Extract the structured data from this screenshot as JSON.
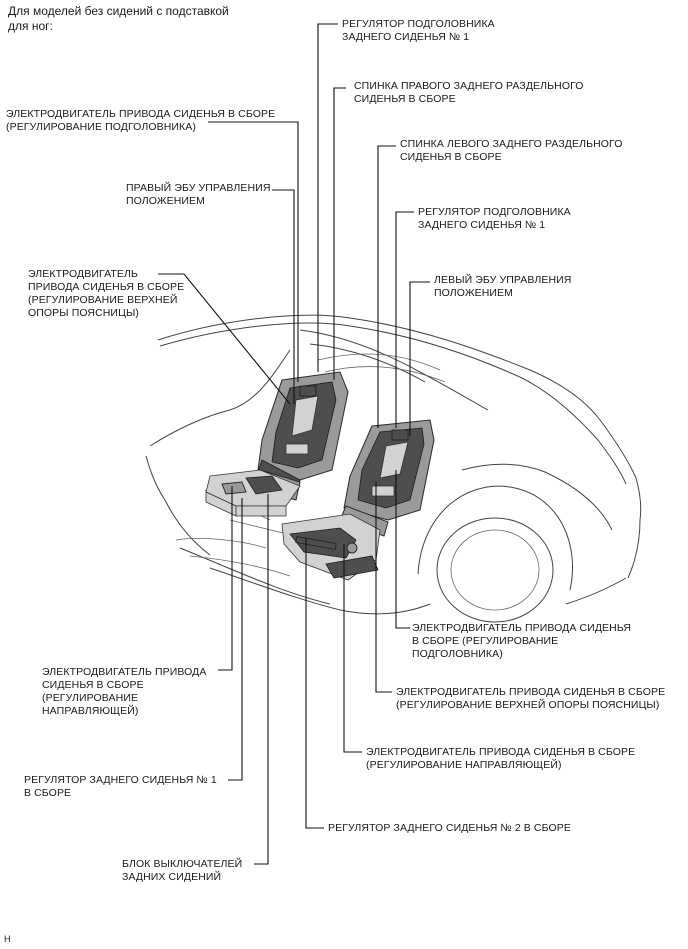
{
  "header": {
    "line1": "Для моделей без сидений с подставкой",
    "line2": "для ног:"
  },
  "labels": {
    "headrest_adjuster_top": {
      "line1": "РЕГУЛЯТОР ПОДГОЛОВНИКА",
      "line2": "ЗАДНЕГО СИДЕНЬЯ № 1"
    },
    "right_seatback": {
      "line1": "СПИНКА ПРАВОГО ЗАДНЕГО РАЗДЕЛЬНОГО",
      "line2": "СИДЕНЬЯ В СБОРЕ"
    },
    "motor_headrest_left": {
      "line1": "ЭЛЕКТРОДВИГАТЕЛЬ ПРИВОДА СИДЕНЬЯ В СБОРЕ",
      "line2": "(РЕГУЛИРОВАНИЕ ПОДГОЛОВНИКА)"
    },
    "left_seatback": {
      "line1": "СПИНКА ЛЕВОГО ЗАДНЕГО РАЗДЕЛЬНОГО",
      "line2": "СИДЕНЬЯ В СБОРЕ"
    },
    "right_ecu": {
      "line1": "ПРАВЫЙ ЭБУ УПРАВЛЕНИЯ",
      "line2": "ПОЛОЖЕНИЕМ"
    },
    "headrest_adjuster_mid": {
      "line1": "РЕГУЛЯТОР ПОДГОЛОВНИКА",
      "line2": "ЗАДНЕГО СИДЕНЬЯ № 1"
    },
    "motor_lumbar_left": {
      "line1": "ЭЛЕКТРОДВИГАТЕЛЬ",
      "line2": "ПРИВОДА СИДЕНЬЯ В СБОРЕ",
      "line3": "(РЕГУЛИРОВАНИЕ ВЕРХНЕЙ",
      "line4": "ОПОРЫ ПОЯСНИЦЫ)"
    },
    "left_ecu": {
      "line1": "ЛЕВЫЙ ЭБУ УПРАВЛЕНИЯ",
      "line2": "ПОЛОЖЕНИЕМ"
    },
    "motor_headrest_right": {
      "line1": "ЭЛЕКТРОДВИГАТЕЛЬ ПРИВОДА СИДЕНЬЯ",
      "line2": "В СБОРЕ (РЕГУЛИРОВАНИЕ",
      "line3": "ПОДГОЛОВНИКА)"
    },
    "motor_slide_left": {
      "line1": "ЭЛЕКТРОДВИГАТЕЛЬ ПРИВОДА",
      "line2": "СИДЕНЬЯ В СБОРЕ",
      "line3": "(РЕГУЛИРОВАНИЕ",
      "line4": "НАПРАВЛЯЮЩЕЙ)"
    },
    "motor_lumbar_right": {
      "line1": "ЭЛЕКТРОДВИГАТЕЛЬ ПРИВОДА СИДЕНЬЯ В СБОРЕ",
      "line2": "(РЕГУЛИРОВАНИЕ ВЕРХНЕЙ ОПОРЫ ПОЯСНИЦЫ)"
    },
    "motor_slide_right": {
      "line1": "ЭЛЕКТРОДВИГАТЕЛЬ ПРИВОДА СИДЕНЬЯ В СБОРЕ",
      "line2": "(РЕГУЛИРОВАНИЕ НАПРАВЛЯЮЩЕЙ)"
    },
    "rear_seat_adjuster_1": {
      "line1": "РЕГУЛЯТОР ЗАДНЕГО СИДЕНЬЯ № 1",
      "line2": "В СБОРЕ"
    },
    "rear_seat_adjuster_2": {
      "line1": "РЕГУЛЯТОР ЗАДНЕГО СИДЕНЬЯ № 2 В СБОРЕ"
    },
    "switch_block": {
      "line1": "БЛОК ВЫКЛЮЧАТЕЛЕЙ",
      "line2": "ЗАДНИХ СИДЕНИЙ"
    }
  },
  "footer": {
    "code": "H"
  }
}
